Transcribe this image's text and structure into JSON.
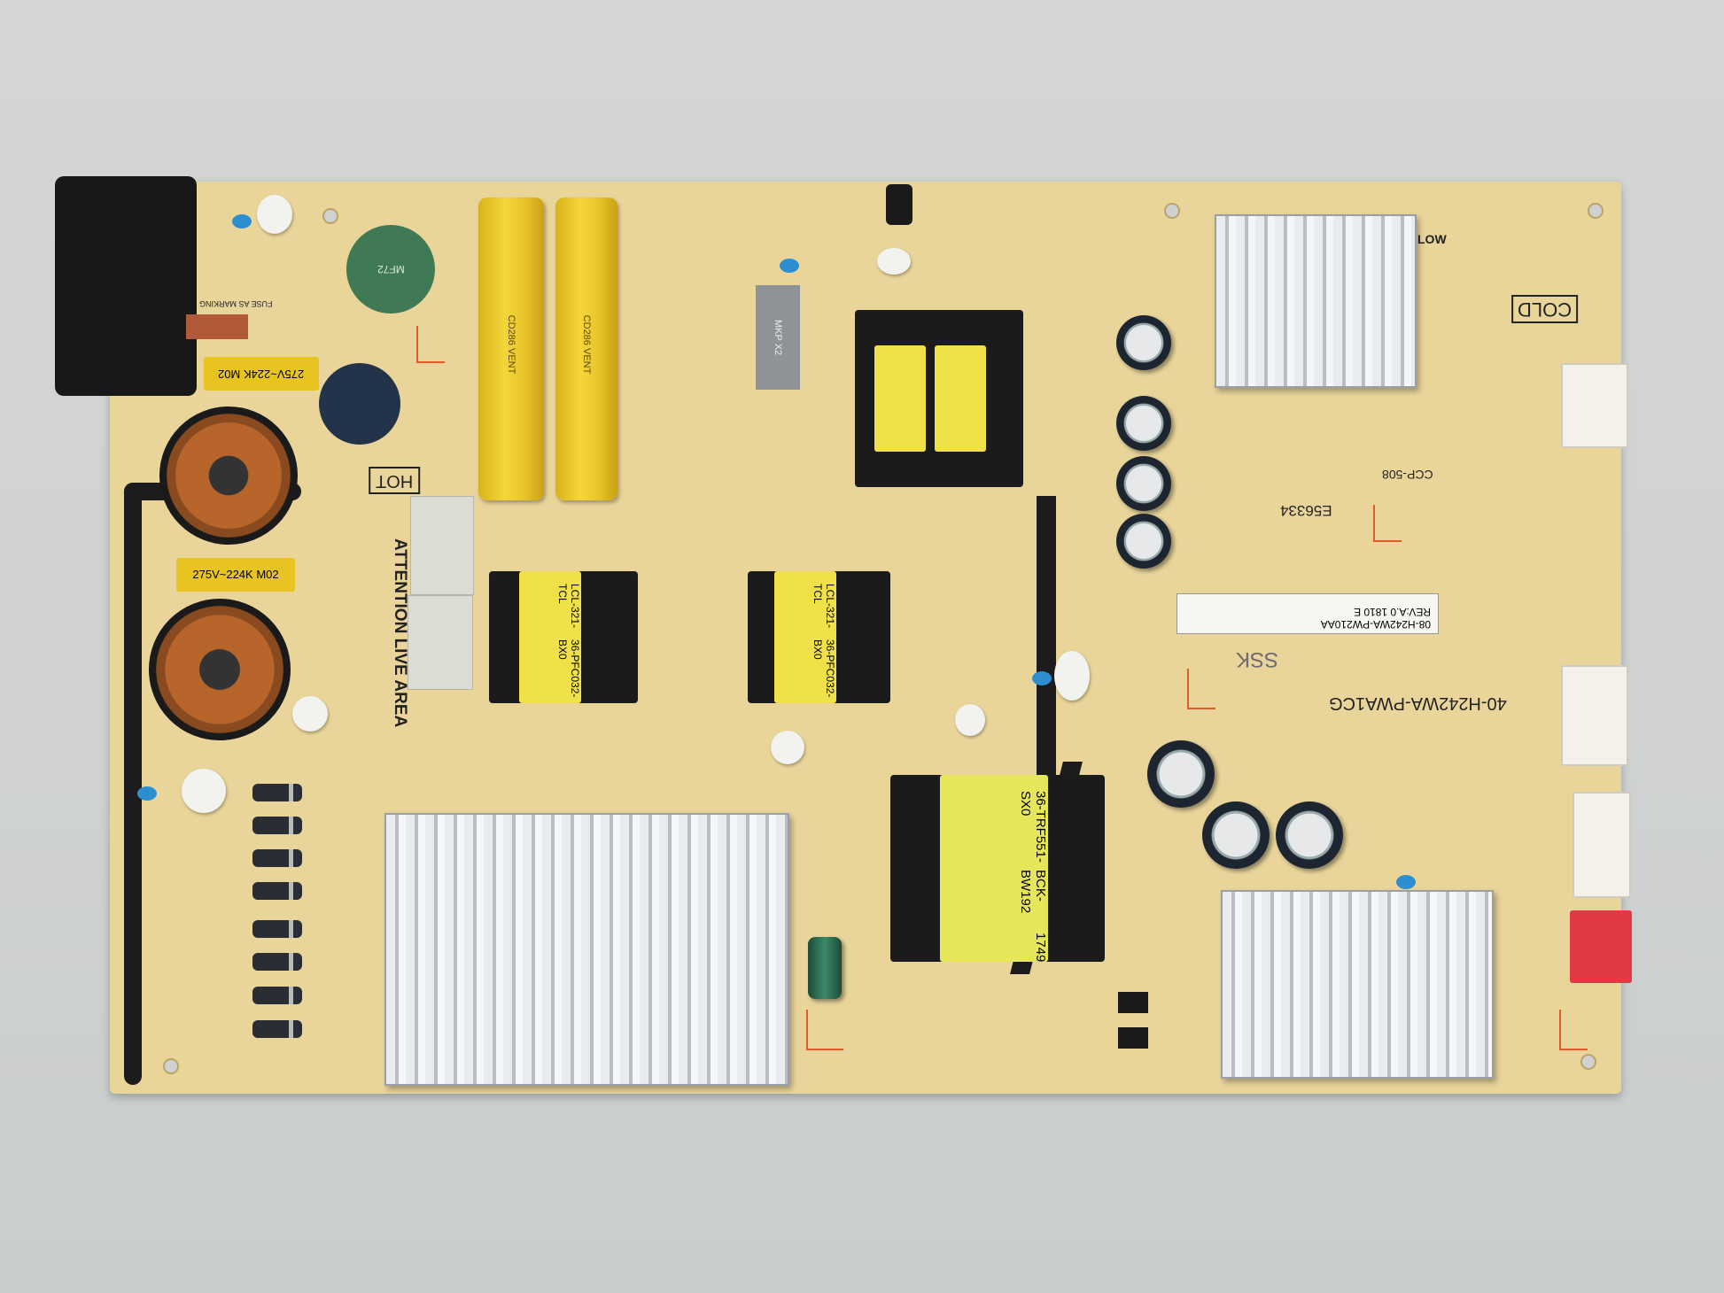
{
  "board": {
    "hot_label": "HOT",
    "cold_label": "COLD",
    "warning": "ATTENTION LIVE AREA",
    "model_silk": "40-H242WA-PWA1CG",
    "maker_silk": "SSK",
    "cert_code": "CCP-508",
    "ul_code": "E56334",
    "fuse_note": "FUSE AS MARKING",
    "barcode_label": {
      "line1": "08-H242WA-PW210AA",
      "line2": "REV:A.0 1810 E"
    },
    "x_capacitors": [
      "275V~224K M02",
      "275V~224K M02"
    ],
    "bulk_capacitors": [
      "CD286 VENT",
      "CD286 VENT"
    ],
    "varistor": "MF72",
    "pfc_inductors": [
      {
        "line1": "LCL-321-TCL",
        "line2": "36-PFC032-BX0"
      },
      {
        "line1": "LCL-321-TCL",
        "line2": "36-PFC032-BX0"
      }
    ],
    "main_transformer": {
      "line1": "36-TRF551-SX0",
      "line2": "BCK-BW192",
      "date": "1749"
    },
    "cap_box": "MKP X2",
    "rail_labels": [
      "LOW"
    ]
  }
}
